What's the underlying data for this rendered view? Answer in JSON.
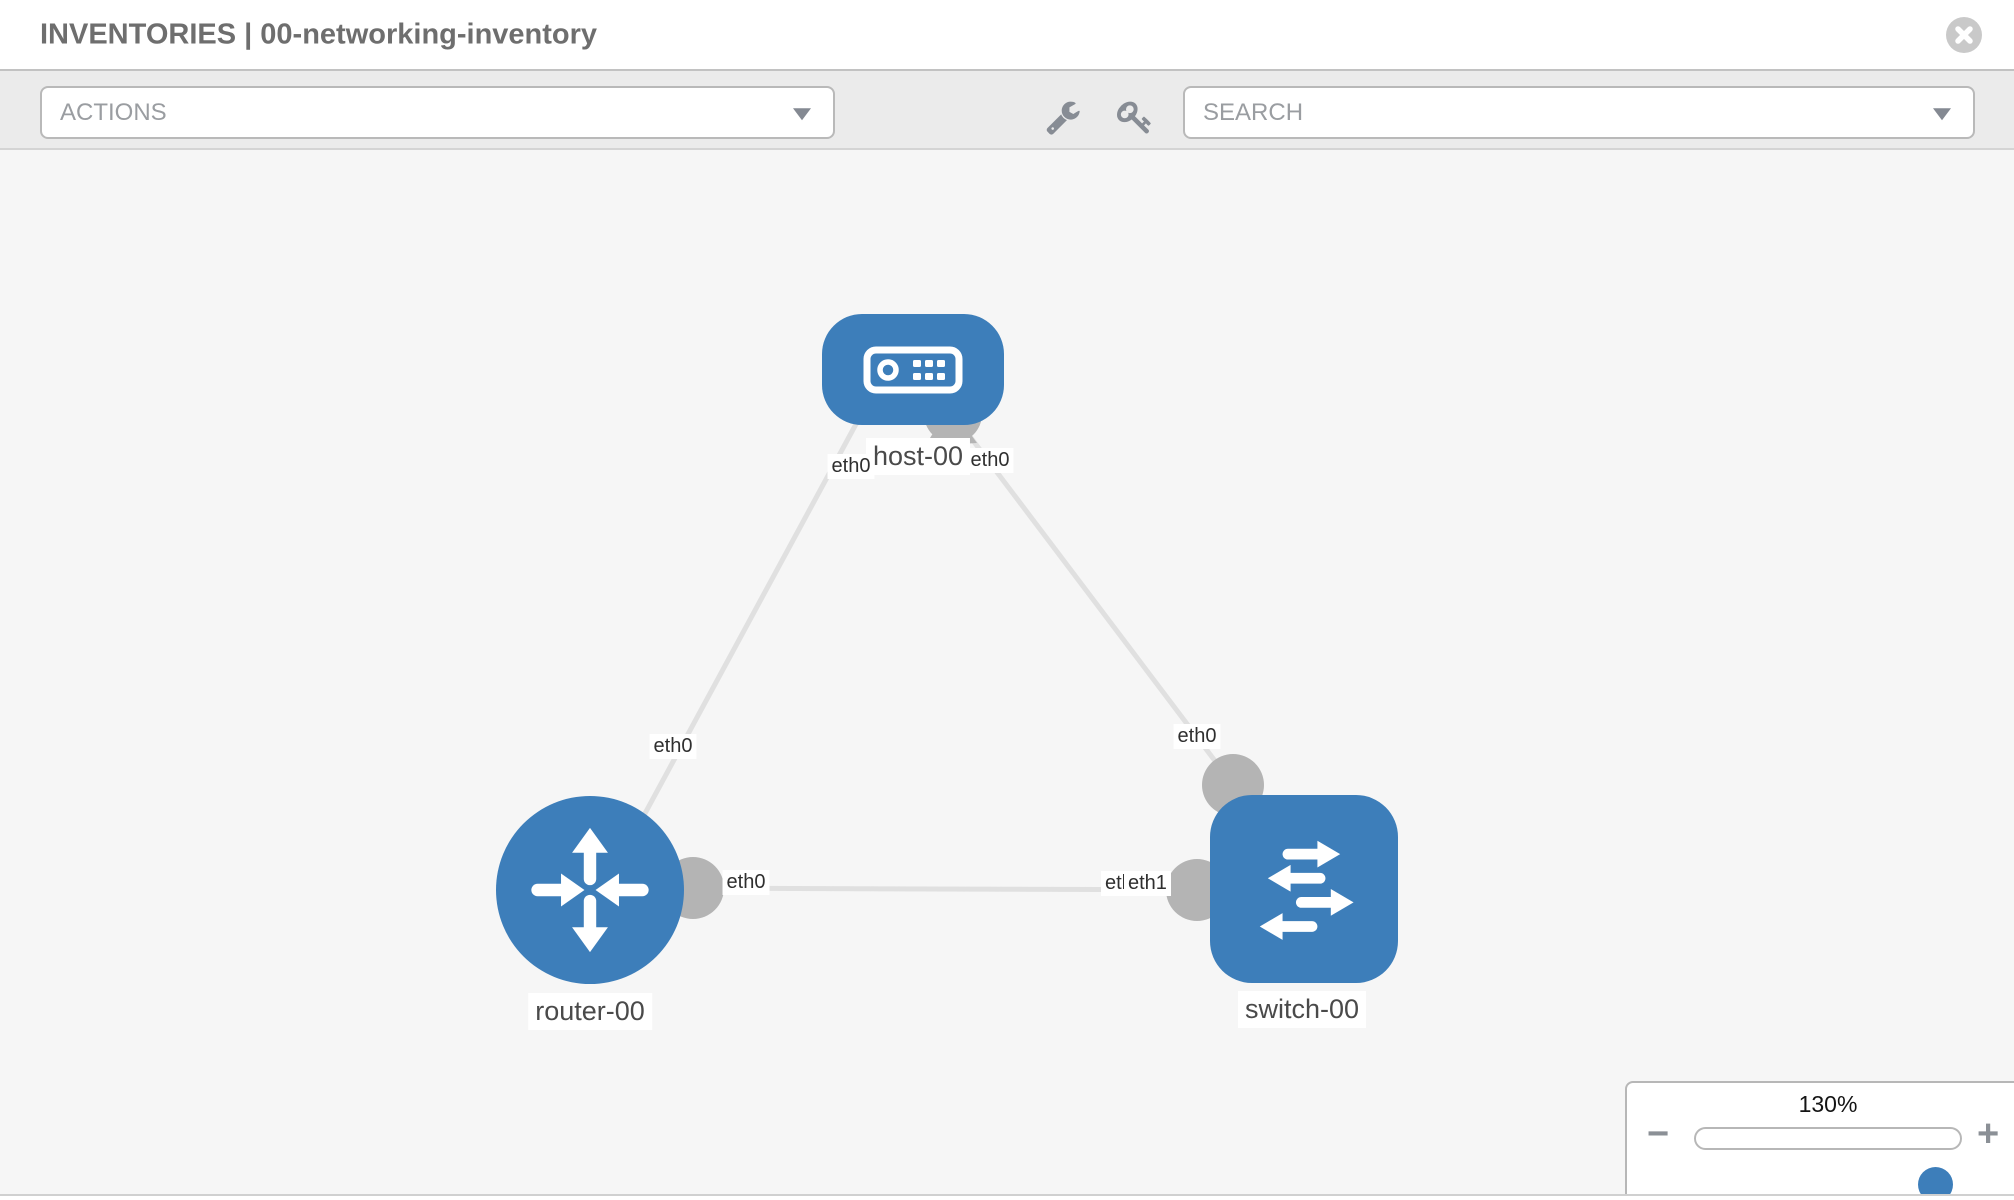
{
  "header": {
    "title": "INVENTORIES | 00-networking-inventory"
  },
  "toolbar": {
    "actions_placeholder": "ACTIONS",
    "search_placeholder": "SEARCH"
  },
  "topology": {
    "nodes": [
      {
        "id": "host-00",
        "type": "host",
        "label": "host-00"
      },
      {
        "id": "router-00",
        "type": "router",
        "label": "router-00"
      },
      {
        "id": "switch-00",
        "type": "switch",
        "label": "switch-00"
      }
    ],
    "links": [
      {
        "from": "host-00",
        "from_interface": "eth0",
        "to": "router-00",
        "to_interface": "eth0"
      },
      {
        "from": "host-00",
        "from_interface": "eth0",
        "to": "switch-00",
        "to_interface": "eth0"
      },
      {
        "from": "router-00",
        "from_interface": "eth0",
        "to": "switch-00",
        "to_interface": "eth1"
      }
    ],
    "interface_labels": [
      {
        "text": "eth0",
        "pos": "host-left"
      },
      {
        "text": "eth0",
        "pos": "host-right"
      },
      {
        "text": "eth0",
        "pos": "link-host-router"
      },
      {
        "text": "eth0",
        "pos": "link-host-switch"
      },
      {
        "text": "eth0",
        "pos": "router-right"
      },
      {
        "text": "eth0",
        "pos": "switch-left-under"
      },
      {
        "text": "eth1",
        "pos": "switch-left"
      }
    ]
  },
  "zoom_control": {
    "level": "130%",
    "minus_label": "−",
    "plus_label": "+"
  },
  "colors": {
    "node_blue": "#3d7eba",
    "link_gray": "#e0e0e0",
    "port_gray": "#b4b4b4",
    "toolbar_gray": "#ebebeb",
    "canvas_gray": "#f6f6f6"
  }
}
